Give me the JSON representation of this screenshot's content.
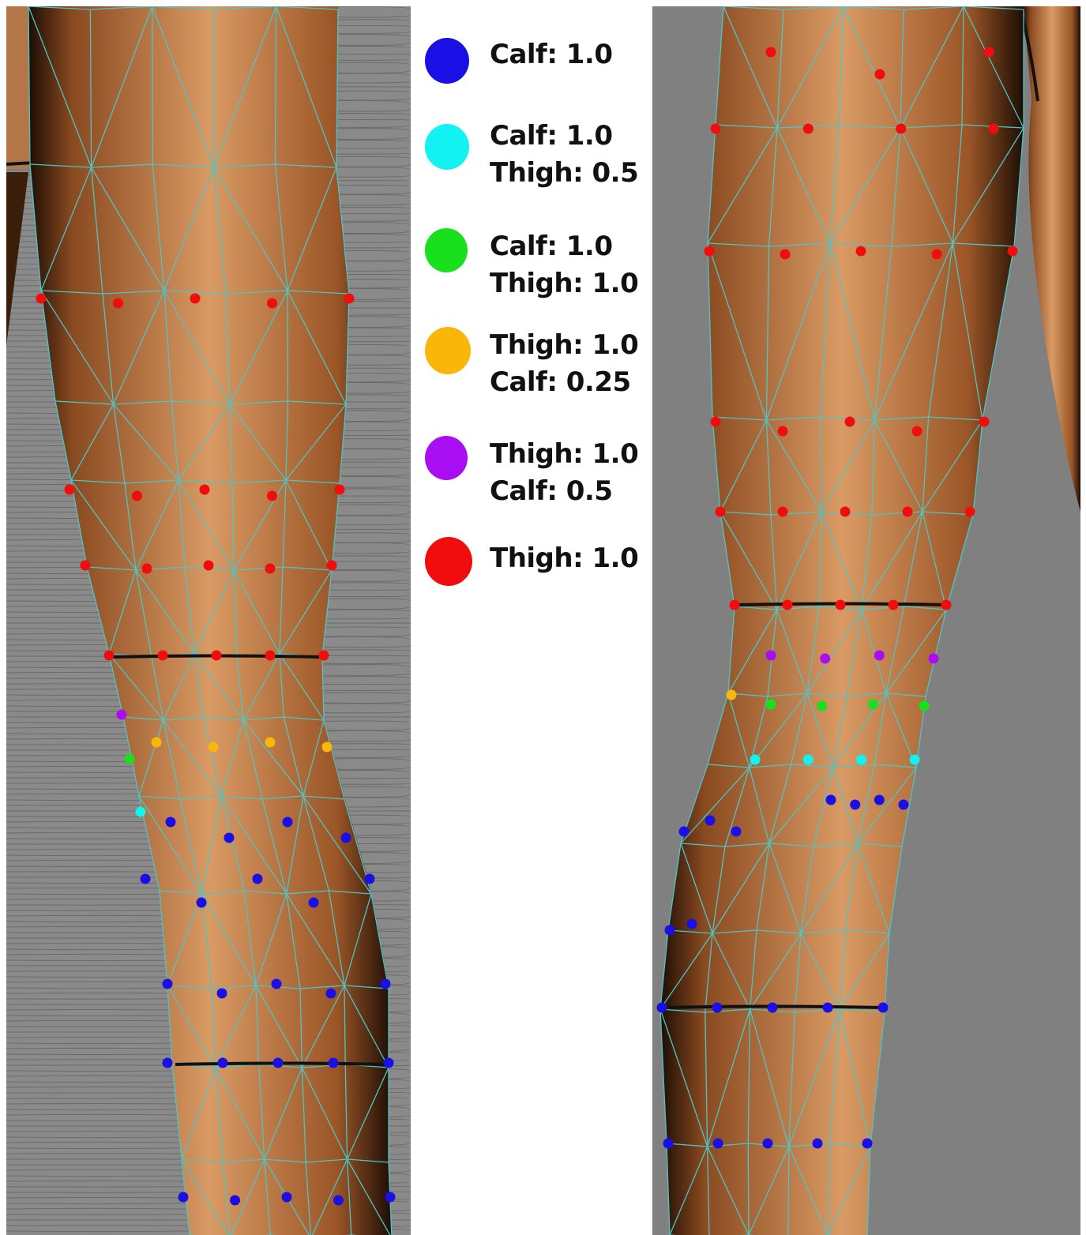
{
  "colors": {
    "calf_full": "#1a10e6",
    "calf_thigh_half": "#12f2f2",
    "calf_thigh_full": "#18e01c",
    "thigh_calf_quarter": "#fbb60a",
    "thigh_calf_half": "#a90ef2",
    "thigh_full": "#f10d0d",
    "wireframe": "#4fc4c4",
    "skin_light": "#d99a64",
    "skin_dark": "#8a4a20",
    "left_bg": "#8a8a8a",
    "right_bg": "#808080"
  },
  "legend": [
    {
      "key": "calf_full",
      "lines": [
        "Calf: 1.0"
      ]
    },
    {
      "key": "calf_thigh_half",
      "lines": [
        "Calf: 1.0",
        "Thigh: 0.5"
      ]
    },
    {
      "key": "calf_thigh_full",
      "lines": [
        "Calf: 1.0",
        "Thigh: 1.0"
      ]
    },
    {
      "key": "thigh_calf_quarter",
      "lines": [
        "Thigh: 1.0",
        "Calf: 0.25"
      ]
    },
    {
      "key": "thigh_calf_half",
      "lines": [
        "Thigh: 1.0",
        "Calf: 0.5"
      ]
    },
    {
      "key": "thigh_full",
      "lines": [
        "Thigh: 1.0"
      ]
    }
  ],
  "views": [
    {
      "id": "front",
      "rows": [
        {
          "c": "thigh_full",
          "n": 5
        },
        {
          "c": "thigh_full",
          "n": 5
        },
        {
          "c": "thigh_full",
          "n": 5
        },
        {
          "c": "thigh_full",
          "n": 5
        },
        {
          "c": "thigh_calf_half",
          "n": 1
        },
        {
          "c": "thigh_calf_quarter",
          "n": 4
        },
        {
          "c": "calf_thigh_full",
          "n": 1
        },
        {
          "c": "calf_thigh_half",
          "n": 1
        },
        {
          "c": "calf_full",
          "n": 4
        },
        {
          "c": "calf_full",
          "n": 5
        },
        {
          "c": "calf_full",
          "n": 5
        },
        {
          "c": "calf_full",
          "n": 5
        },
        {
          "c": "calf_full",
          "n": 5
        }
      ]
    },
    {
      "id": "side",
      "rows": [
        {
          "c": "thigh_full",
          "n": 3
        },
        {
          "c": "thigh_full",
          "n": 4
        },
        {
          "c": "thigh_full",
          "n": 5
        },
        {
          "c": "thigh_full",
          "n": 5
        },
        {
          "c": "thigh_full",
          "n": 5
        },
        {
          "c": "thigh_full",
          "n": 5
        },
        {
          "c": "thigh_calf_half",
          "n": 4
        },
        {
          "c": "thigh_calf_quarter",
          "n": 1
        },
        {
          "c": "calf_thigh_full",
          "n": 4
        },
        {
          "c": "calf_thigh_half",
          "n": 4
        },
        {
          "c": "calf_full",
          "n": 4
        },
        {
          "c": "calf_full",
          "n": 3
        },
        {
          "c": "calf_full",
          "n": 2
        },
        {
          "c": "calf_full",
          "n": 5
        },
        {
          "c": "calf_full",
          "n": 5
        }
      ]
    }
  ]
}
